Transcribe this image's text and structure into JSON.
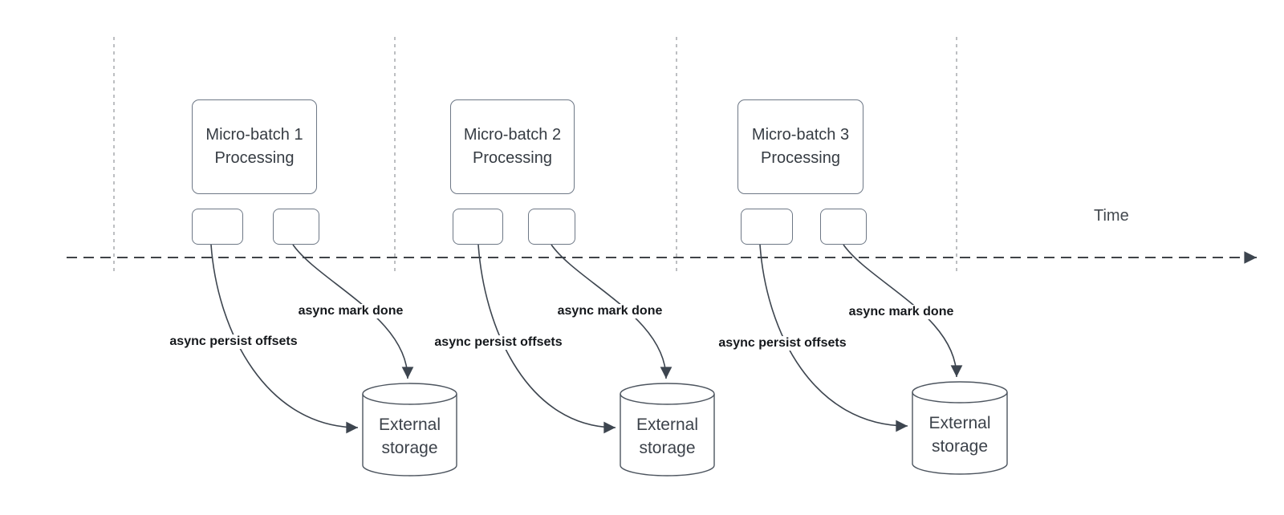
{
  "diagram": {
    "title_hint": "micro-batch asynchronous progress tracking timeline",
    "time_axis": {
      "label": "Time"
    },
    "groups": [
      {
        "box_title_line1": "Micro-batch 1",
        "box_title_line2": "Processing",
        "persist_label": "async persist offsets",
        "mark_done_label": "async mark done",
        "storage_line1": "External",
        "storage_line2": "storage"
      },
      {
        "box_title_line1": "Micro-batch 2",
        "box_title_line2": "Processing",
        "persist_label": "async persist offsets",
        "mark_done_label": "async mark done",
        "storage_line1": "External",
        "storage_line2": "storage"
      },
      {
        "box_title_line1": "Micro-batch 3",
        "box_title_line2": "Processing",
        "persist_label": "async persist offsets",
        "mark_done_label": "async mark done",
        "storage_line1": "External",
        "storage_line2": "storage"
      }
    ],
    "colors": {
      "background": "#ffffff",
      "lifeline_stroke": "#a7aaae",
      "timeline_stroke": "#25292e",
      "connector_stroke": "#3d454f",
      "shape_stroke": "#6e7886",
      "cylinder_stroke": "#4d555f",
      "box_text": "#363c43",
      "edge_label_text": "#15181c",
      "time_text": "#43494f"
    }
  }
}
